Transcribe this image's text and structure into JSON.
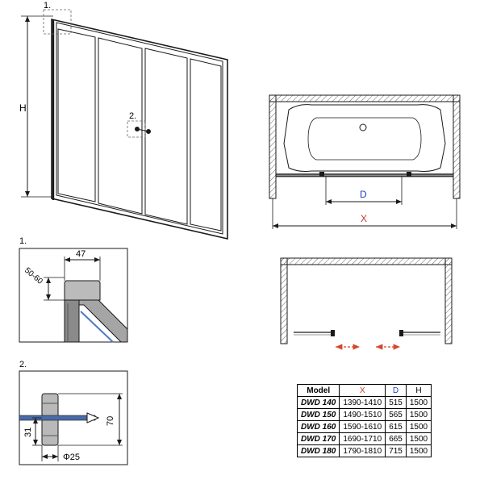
{
  "labels": {
    "detail1_marker": "1.",
    "detail2_marker": "2.",
    "height": "H",
    "d_dim": "D",
    "x_dim": "X",
    "detail1_title": "1.",
    "detail1_width": "47",
    "detail1_range": "50-60",
    "detail2_title": "2.",
    "detail2_height": "70",
    "detail2_offset": "31",
    "detail2_diameter": "Φ25"
  },
  "colors": {
    "x_dim": "#c0392b",
    "d_dim": "#1f3fbf",
    "arrows": "#d9442b",
    "lines": "#1a1a1a"
  },
  "table": {
    "headers": [
      "Model",
      "X",
      "D",
      "H"
    ],
    "rows": [
      [
        "DWD 140",
        "1390-1410",
        "515",
        "1500"
      ],
      [
        "DWD 150",
        "1490-1510",
        "565",
        "1500"
      ],
      [
        "DWD 160",
        "1590-1610",
        "615",
        "1500"
      ],
      [
        "DWD 170",
        "1690-1710",
        "665",
        "1500"
      ],
      [
        "DWD 180",
        "1790-1810",
        "715",
        "1500"
      ]
    ]
  }
}
